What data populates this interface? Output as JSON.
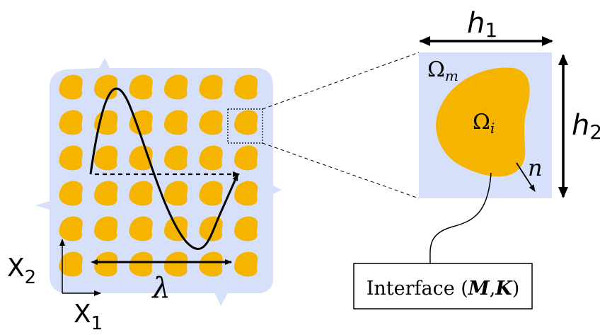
{
  "colors": {
    "matrix": "#d6e0fb",
    "inclusion": "#f5b400",
    "stroke": "#000000"
  },
  "diagram": {
    "lattice": {
      "rows": 6,
      "cols": 6
    },
    "labels": {
      "wavelength": "λ",
      "axis_x": "X",
      "axis_x_sub": "1",
      "axis_y": "X",
      "axis_y_sub": "2",
      "width": "h",
      "width_sub": "1",
      "height": "h",
      "height_sub": "2",
      "matrix_domain": "Ω",
      "matrix_domain_sub": "m",
      "inclusion_domain": "Ω",
      "inclusion_domain_sub": "i",
      "normal": "n",
      "interface_prefix": "Interface (",
      "interface_m": "M",
      "interface_comma": ",",
      "interface_k": "K",
      "interface_suffix": ")"
    }
  }
}
